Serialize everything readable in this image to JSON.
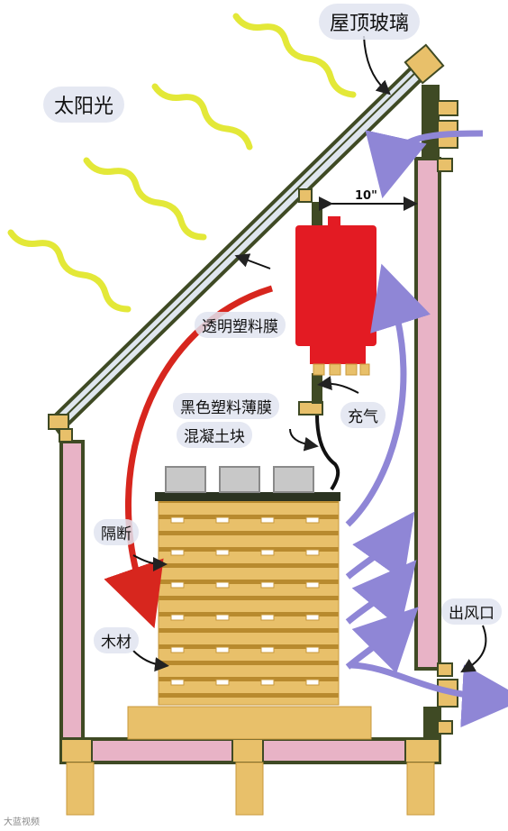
{
  "labels": {
    "roof_glass": "屋顶玻璃",
    "sunlight": "太阳光",
    "clear_plastic_film": "透明塑料膜",
    "black_plastic_film": "黑色塑料薄膜",
    "concrete_block": "混凝土块",
    "inflate": "充气",
    "partition": "隔断",
    "wood": "木材",
    "air_outlet": "出风口",
    "gap_dimension": "10\""
  },
  "colors": {
    "sun_wave": "#e3e838",
    "heater": "#e31b23",
    "hot_air": "#d7261e",
    "cool_air": "#8f86d6",
    "frame": "#3f4a24",
    "insulation": "#e8b3c6",
    "wood": "#e8c06a"
  },
  "watermark": "大蓝视频"
}
